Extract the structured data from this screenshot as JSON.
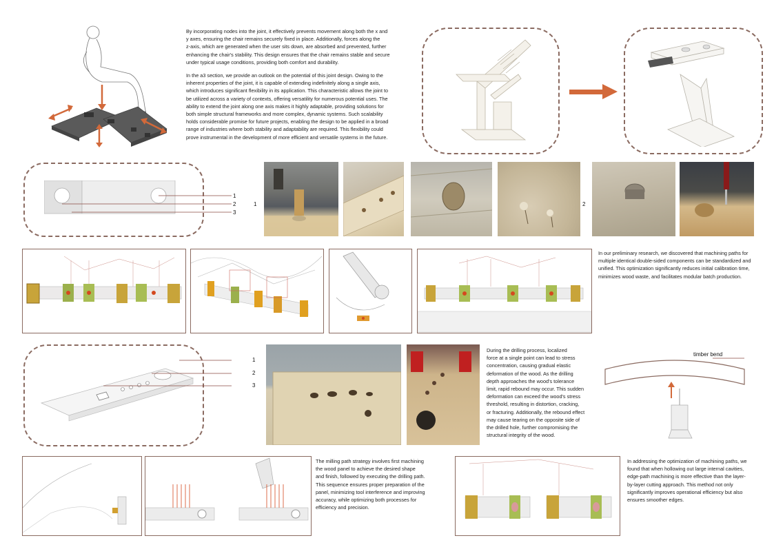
{
  "text": {
    "para_joint": "By incorporating nodes into the joint, it effectively prevents movement along both the x and\ny axes, ensuring the chair remains securely fixed in place. Additionally, forces along the\nz-axis, which are generated when the user sits down, are absorbed and prevented, further\nenhancing the chair's stability. This design ensures that the chair remains stable and secure\nunder typical usage conditions, providing both comfort and durability.",
    "para_outlook": "In the a3 section, we provide an outlook on the potential of this joint design. Owing to the\ninherent properties of the joint, it is capable of extending indefinitely along a single axis,\nwhich introduces significant flexibility in its application. This characteristic allows the joint to\nbe utilized across a variety of contexts, offering versatility for numerous potential uses. The\nability to extend the joint along one axis makes it highly adaptable, providing solutions for\nboth simple structural frameworks and more complex, dynamic systems. Such scalability\nholds considerable promise for future projects, enabling the design to be applied in a broad\nrange of industries where both stability and adaptability are required. This flexibility could\nprove instrumental in the development of more efficient and versatile systems in the future.",
    "para_research": "In our preliminary research, we discovered that machining paths for\nmultiple identical double-sided components can be standardized and\nunified. This optimization significantly reduces initial calibration time,\nminimizes wood waste, and facilitates modular batch production.",
    "para_drilling": "During the drilling process, localized\nforce at a single point can lead to stress\nconcentration, causing gradual elastic\ndeformation of the wood. As the drilling\ndepth approaches the wood's tolerance\nlimit, rapid rebound may occur. This sudden\ndeformation can exceed the wood's stress\nthreshold, resulting in distortion, cracking,\nor fracturing. Additionally, the rebound effect\nmay cause tearing on the opposite side of\nthe drilled hole, further compromising the\nstructural integrity of the wood.",
    "para_milling": "The milling path strategy involves first machining\nthe wood panel to achieve the desired shape\nand finish, followed by executing the drilling path.\nThis sequence ensures proper preparation of the\npanel, minimizing tool interference and improving\naccuracy, while optimizing both processes for\nefficiency and precision.",
    "para_hollow": "In addressing the optimization of machining paths, we\nfound that when hollowing out large internal cavities,\nedge-path machining is more effective than the layer-\nby-layer cutting approach. This method not only\nsignificantly improves operational efficiency but also\nensures smoother edges."
  },
  "labels": {
    "timber_bend": "timber bend",
    "one": "1",
    "two": "2",
    "three": "3",
    "photo_group_1": "1",
    "photo_group_2": "2"
  },
  "colors": {
    "accent": "#d2693a",
    "frame": "#8a6a60",
    "wood": "#c9b48f",
    "dark_gray": "#555555"
  }
}
